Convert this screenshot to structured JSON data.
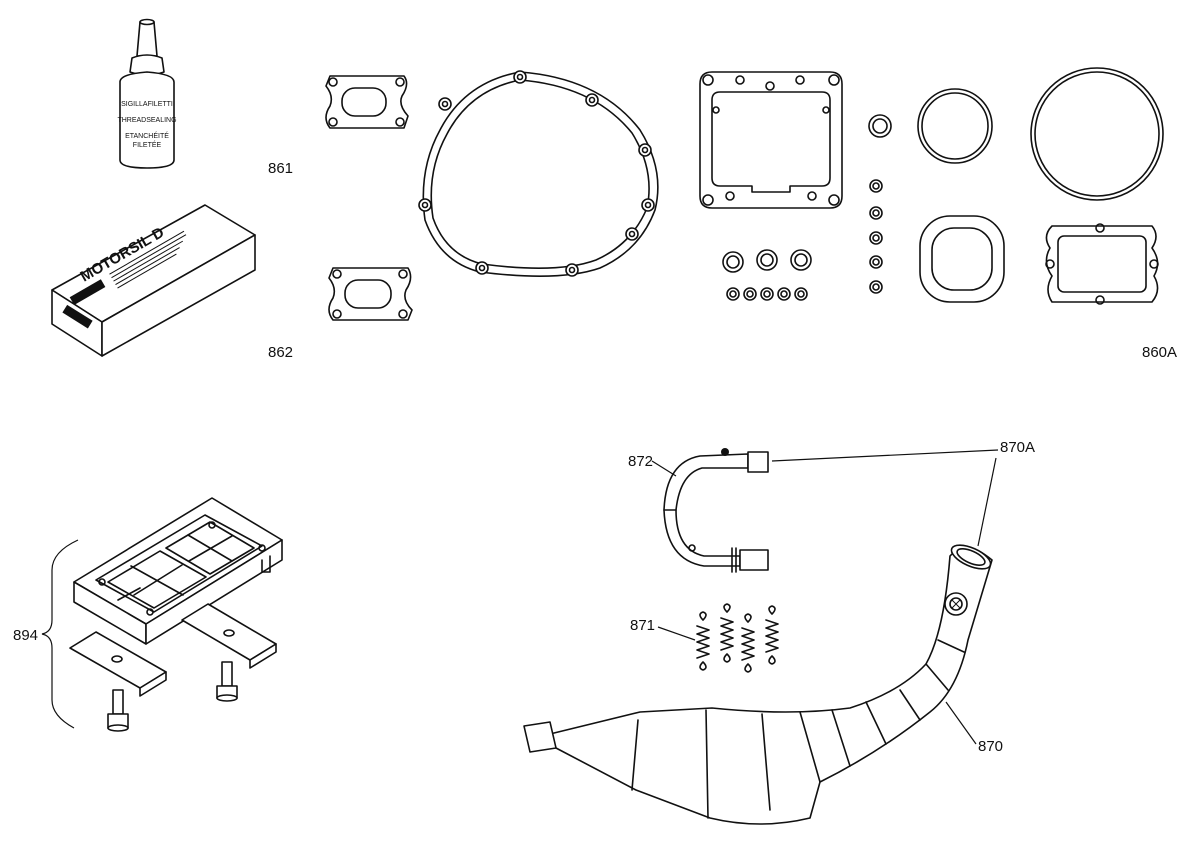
{
  "callouts": {
    "c861": "861",
    "c862": "862",
    "c860A": "860A",
    "c872": "872",
    "c870A": "870A",
    "c871": "871",
    "c870": "870",
    "c894": "894"
  },
  "bottle": {
    "line1": "SIGILLAFILETTI",
    "line2": "THREADSEALING",
    "line3": "ETANCHÉITÉ",
    "line4": "FILETÉE"
  },
  "package": {
    "brand": "MOTORSIL D"
  },
  "colors": {
    "line": "#111111",
    "background": "#ffffff"
  }
}
